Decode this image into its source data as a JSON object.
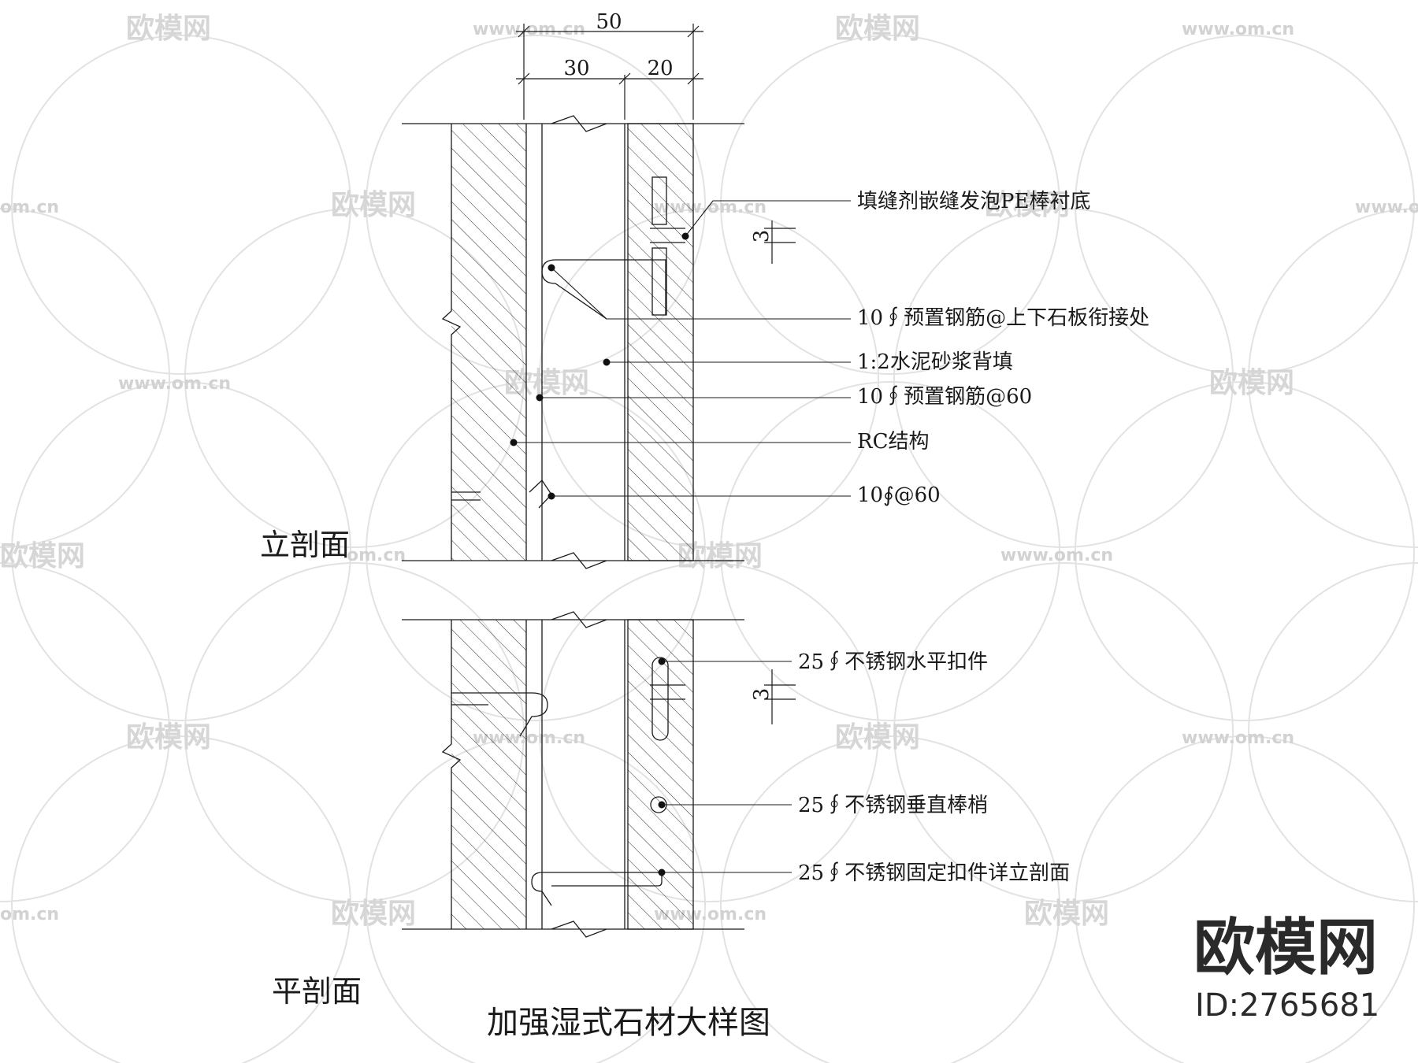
{
  "title": "加强湿式石材大样图",
  "dimensions": {
    "total": "50",
    "left_part": "30",
    "right_part": "20",
    "joint_gap_elevation": "3",
    "joint_gap_plan": "3"
  },
  "sections": {
    "elevation_label": "立剖面",
    "plan_label": "平剖面"
  },
  "callouts": {
    "sealant": "填缝剂嵌缝发泡PE棒衬底",
    "rebar_joint": "10∮预置钢筋@上下石板衔接处",
    "mortar": "1:2水泥砂浆背填",
    "rebar_60": "10∮预置钢筋@60",
    "rc": "RC结构",
    "bar_60": "10∮@60",
    "h_clip": "25∮不锈钢水平扣件",
    "v_pin": "25∮不锈钢垂直棒梢",
    "fix_clip": "25∮不锈钢固定扣件详立剖面"
  },
  "stamp": {
    "brand": "欧模网",
    "id": "ID:2765681"
  },
  "watermarks": {
    "logo": "欧模网",
    "url": "www.om.cn",
    "domain": "om.cn"
  },
  "colors": {
    "line": "#1a1a1a",
    "watermark": "#d4d4d4",
    "stamp": "#2a2a2a"
  }
}
